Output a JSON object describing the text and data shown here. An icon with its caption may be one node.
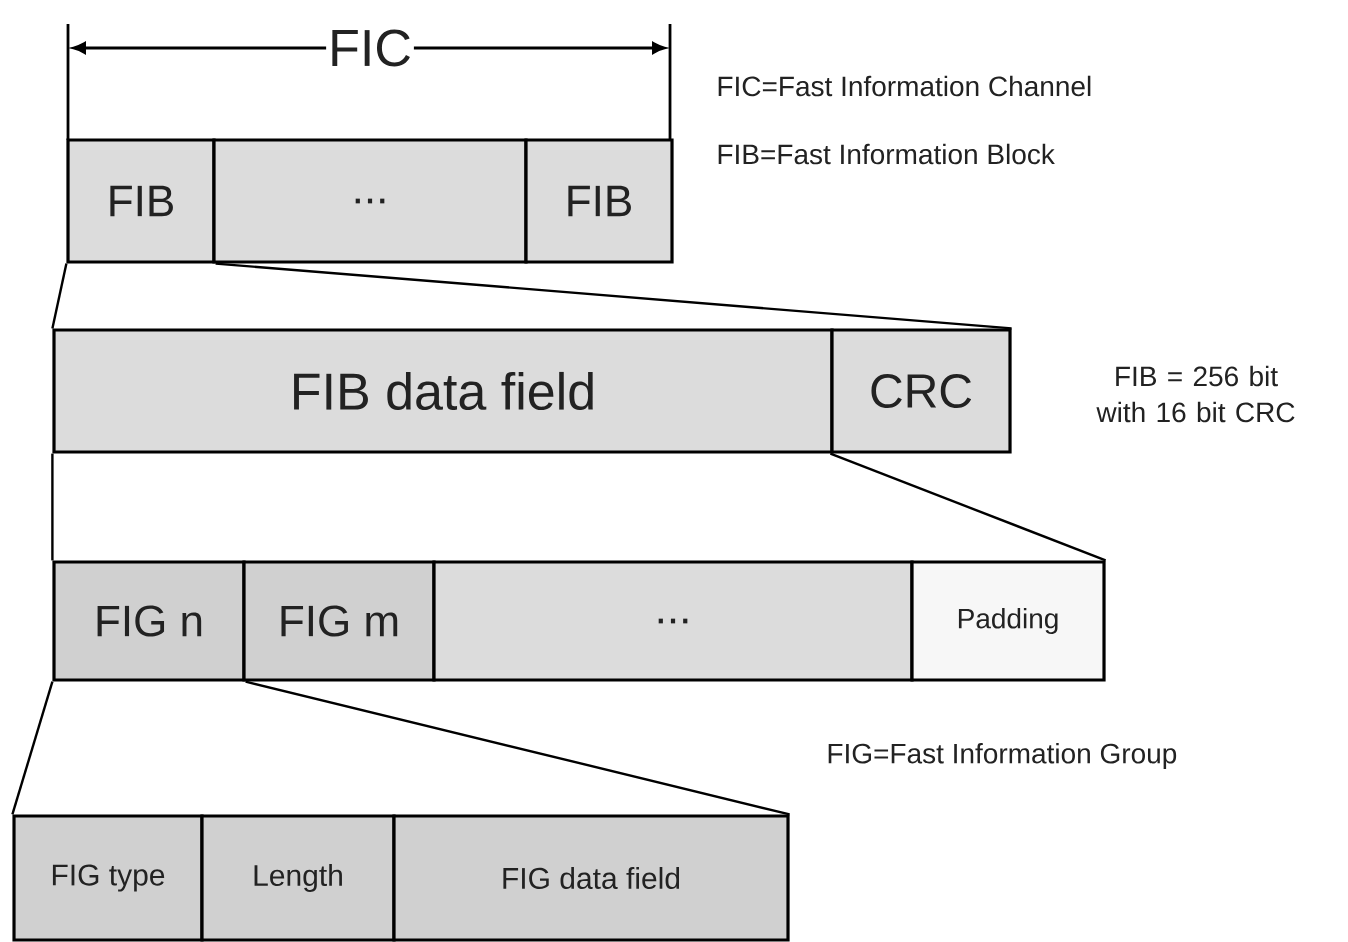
{
  "diagram": {
    "nodes": [
      {
        "text": [
          "FIB"
        ]
      },
      {
        "text": [
          "..."
        ]
      },
      {
        "text": [
          "FIB"
        ]
      },
      {
        "text": [
          "FIB data field"
        ]
      },
      {
        "text": [
          "CRC"
        ]
      },
      {
        "text": [
          "FIG n"
        ]
      },
      {
        "text": [
          "FIG m"
        ]
      },
      {
        "text": [
          "..."
        ]
      },
      {
        "text": [
          "Padding"
        ]
      },
      {
        "text": [
          "FIG type"
        ]
      },
      {
        "text": [
          "Length"
        ]
      },
      {
        "text": [
          "FIG data field"
        ]
      }
    ],
    "edges": [
      {
        "from": 0,
        "to": 3,
        "arrow": "none"
      },
      {
        "from": 0,
        "to": 4,
        "arrow": "none"
      },
      {
        "from": 3,
        "to": 5,
        "arrow": "none"
      },
      {
        "from": 4,
        "to": 8,
        "arrow": "none"
      },
      {
        "from": 5,
        "to": 9,
        "arrow": "none"
      },
      {
        "from": 5,
        "to": 11,
        "arrow": "none"
      }
    ],
    "labels": [
      "FIC",
      "FIC=Fast Information Channel",
      "FIB=Fast Information Block",
      "FIB = 256 bit with 16 bit CRC",
      "FIG=Fast Information Group"
    ]
  }
}
